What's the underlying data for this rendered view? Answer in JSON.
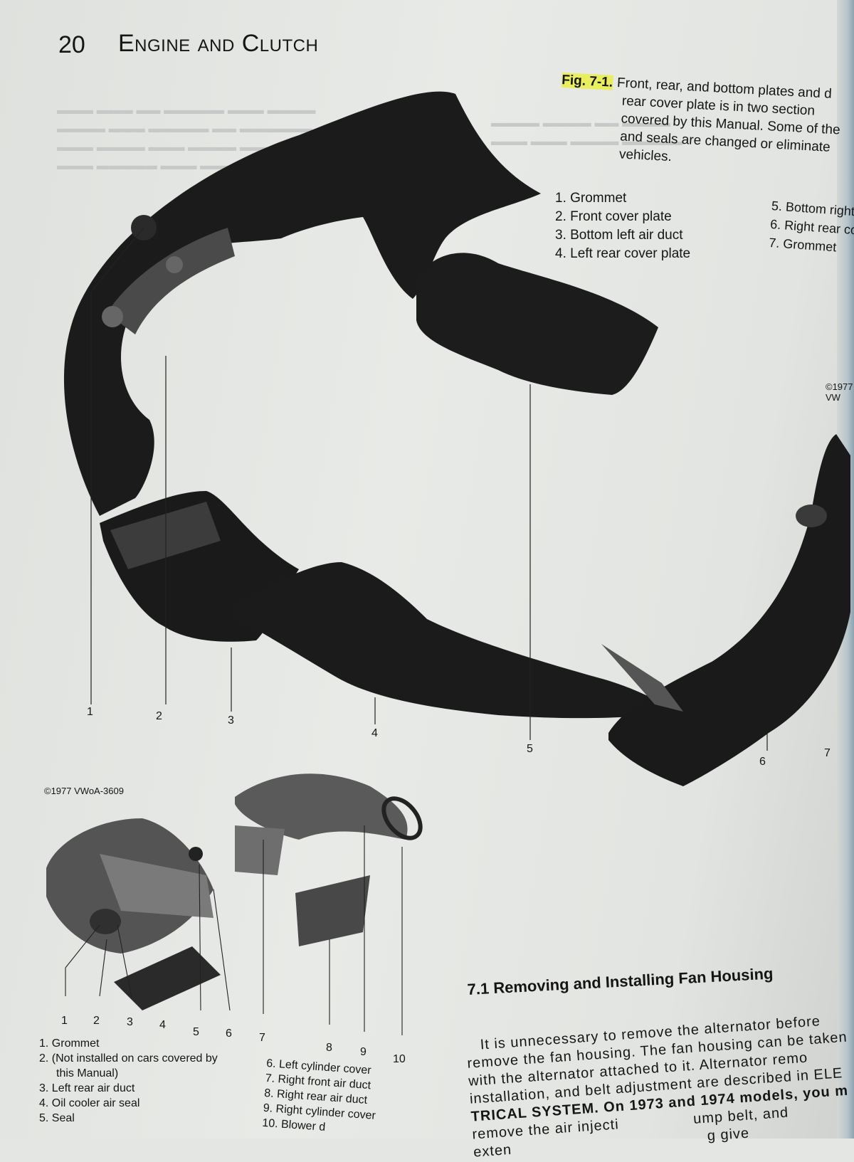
{
  "header": {
    "page_number": "20",
    "title": "Engine and Clutch"
  },
  "figure": {
    "label": "Fig. 7-1.",
    "caption_lines": [
      "Front, rear, and bottom plates and d",
      "rear cover plate is in two section",
      "covered by this Manual. Some of the",
      "and seals are changed or eliminate",
      "vehicles."
    ],
    "legend_left": [
      "1. Grommet",
      "2. Front cover plate",
      "3. Bottom left air duct",
      "4. Left rear cover plate"
    ],
    "legend_right": [
      "5. Bottom right",
      "6. Right rear co",
      "7. Grommet"
    ],
    "copyright_top": "©1977 VW",
    "copyright_mid": "©1977 VWoA-3609",
    "callouts_top": [
      "1",
      "2",
      "3",
      "4",
      "5",
      "6",
      "7"
    ],
    "callouts_bottom": [
      "1",
      "2",
      "3",
      "4",
      "5",
      "6",
      "7",
      "8",
      "9",
      "10"
    ]
  },
  "lower_legend_left": [
    "1. Grommet",
    "2. (Not installed on cars covered by",
    "this Manual)",
    "3. Left rear air duct",
    "4. Oil cooler air seal",
    "5. Seal"
  ],
  "lower_legend_right": [
    "6. Left cylinder cover",
    "7. Right front air duct",
    "8. Right rear air duct",
    "9. Right cylinder cover",
    "10. Blower d"
  ],
  "section": {
    "heading": "7.1 Removing and Installing Fan Housing",
    "body_lines": [
      "It is unnecessary to remove the alternator before",
      "remove the fan housing. The fan housing can be taken",
      "with the alternator attached to it. Alternator remo",
      "installation, and belt adjustment are described in ELE",
      "TRICAL SYSTEM. On 1973 and 1974 models, you m",
      "remove the air injecti                ump belt, and",
      "exten                                          g give"
    ]
  }
}
